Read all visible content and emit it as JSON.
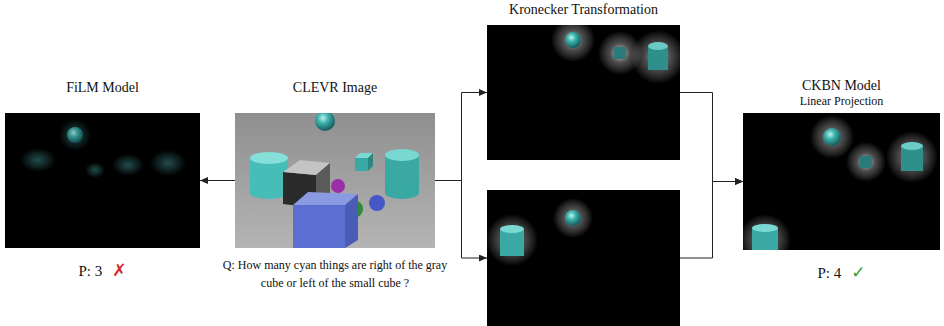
{
  "diagram": {
    "nodes": [
      {
        "text": [
          "FiLM Model",
          "P: 3",
          "✗"
        ]
      },
      {
        "text": [
          "CLEVR Image",
          "Q: How many cyan things are right of the gray cube or left of the small cube ?"
        ]
      },
      {
        "text": [
          "Kronecker Transformation"
        ]
      },
      {
        "text": []
      },
      {
        "text": [
          "CKBN Model",
          "Linear Projection",
          "P: 4",
          "✓"
        ]
      }
    ],
    "edges": [
      {
        "from": 1,
        "to": 0,
        "arrow": "to"
      },
      {
        "from": 1,
        "to": 2,
        "arrow": "to"
      },
      {
        "from": 1,
        "to": 3,
        "arrow": "to"
      },
      {
        "from": 2,
        "to": 4,
        "arrow": "to"
      },
      {
        "from": 3,
        "to": 4,
        "arrow": "to"
      }
    ]
  }
}
